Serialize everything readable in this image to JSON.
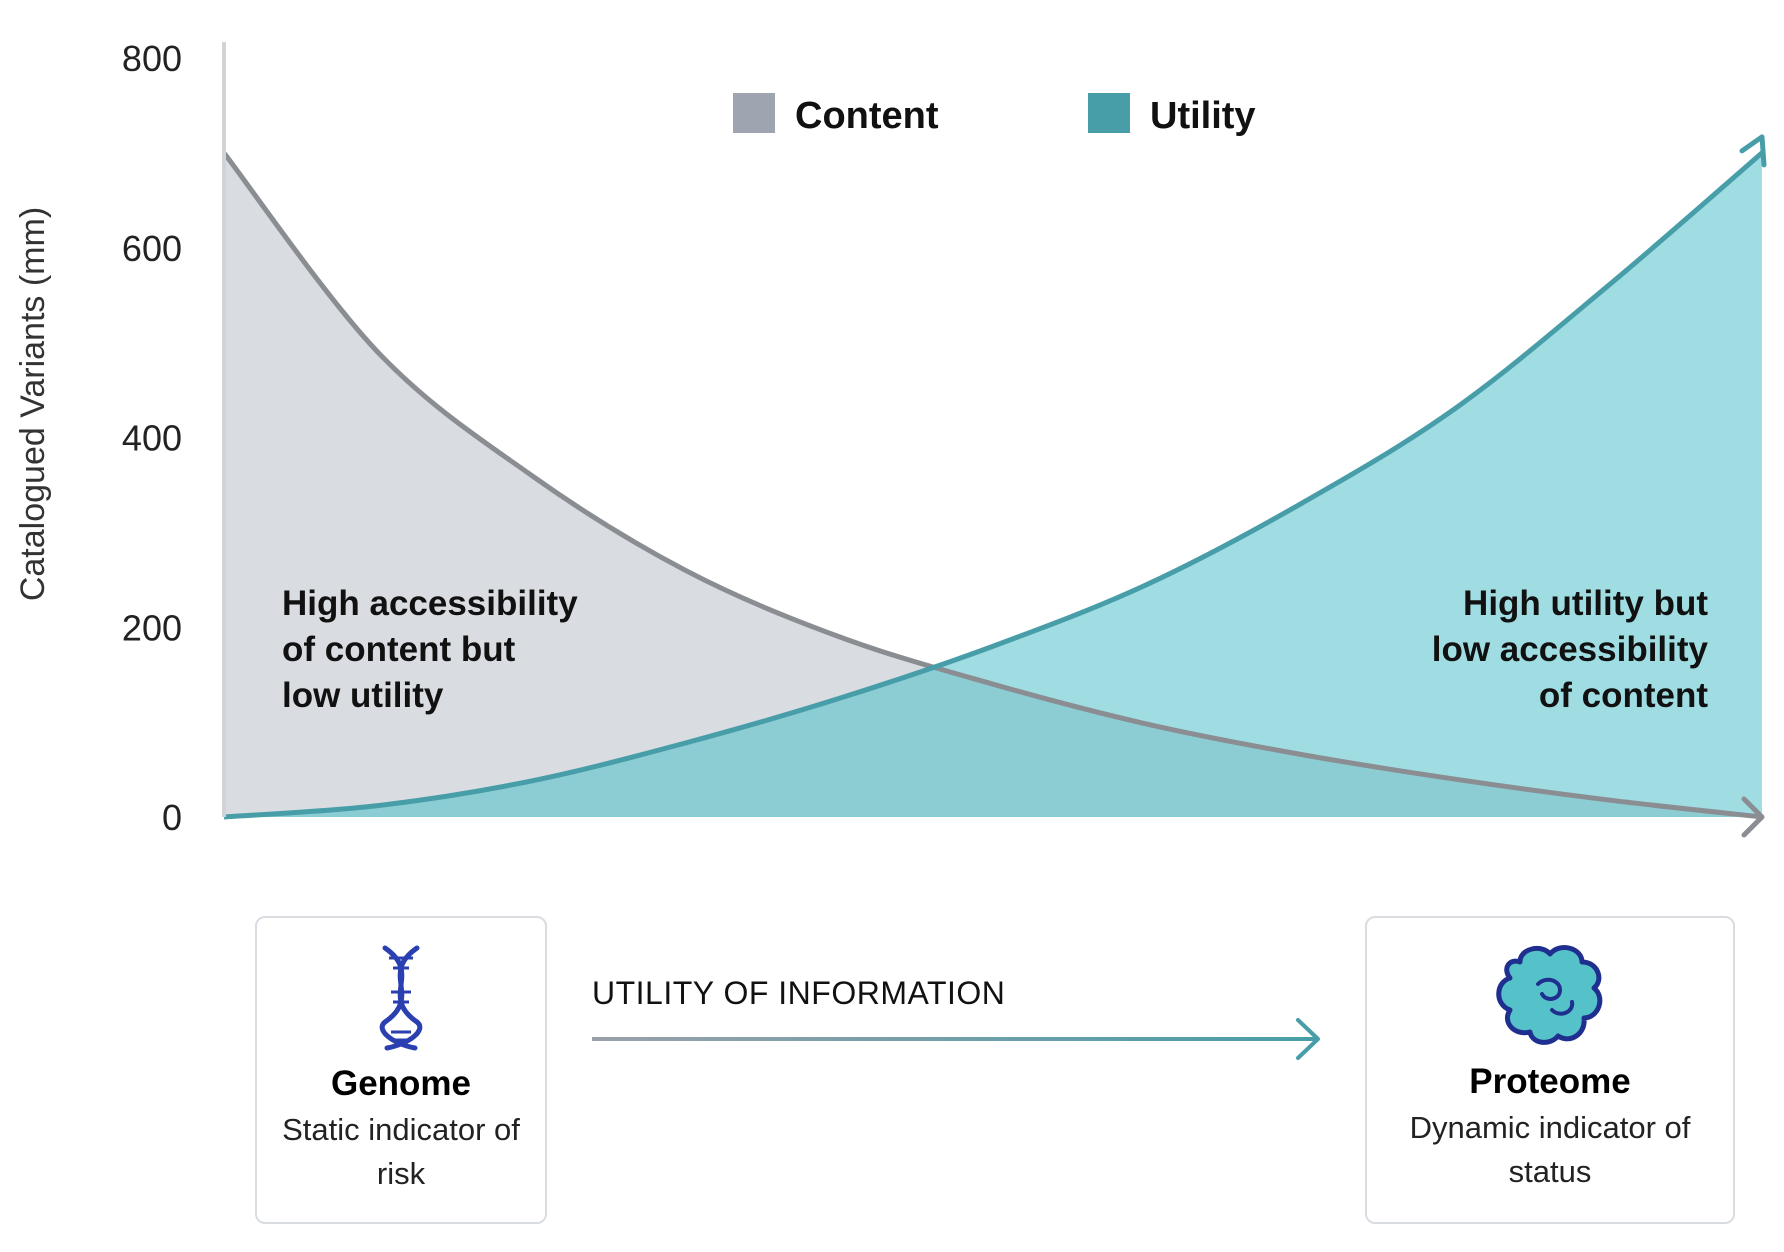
{
  "chart_data": {
    "type": "area",
    "ylabel": "Catalogued Variants (mm)",
    "xlabel": "",
    "ylim": [
      0,
      800
    ],
    "yticks": [
      0,
      200,
      400,
      600,
      800
    ],
    "x": [
      0,
      0.1,
      0.2,
      0.3,
      0.4,
      0.5,
      0.6,
      0.7,
      0.8,
      0.9,
      1.0
    ],
    "series": [
      {
        "name": "Content",
        "color": "#9aa0aa",
        "fill": "#d9dce1",
        "values": [
          700,
          490,
          360,
          260,
          190,
          140,
          98,
          66,
          40,
          18,
          0
        ]
      },
      {
        "name": "Utility",
        "color": "#479ea8",
        "fill": "#9fdde3",
        "values": [
          0,
          12,
          38,
          78,
          125,
          180,
          245,
          330,
          430,
          560,
          700
        ]
      }
    ],
    "legend": "top-center",
    "annotations": {
      "left": [
        "High accessibility",
        "of content but",
        "low utility"
      ],
      "right": [
        "High utility but",
        "low accessibility",
        "of content"
      ]
    }
  },
  "flow": {
    "label": "UTILITY OF INFORMATION"
  },
  "cards": {
    "genome": {
      "title": "Genome",
      "desc": "Static indicator of risk"
    },
    "proteome": {
      "title": "Proteome",
      "desc": "Dynamic indicator of status"
    }
  },
  "colors": {
    "content_line": "#8a8d92",
    "utility_line": "#479ea8",
    "overlap": "#8ccdd3",
    "axis": "#d0d3d8",
    "dna": "#2a3fb0",
    "protein": "#55c2c9"
  }
}
